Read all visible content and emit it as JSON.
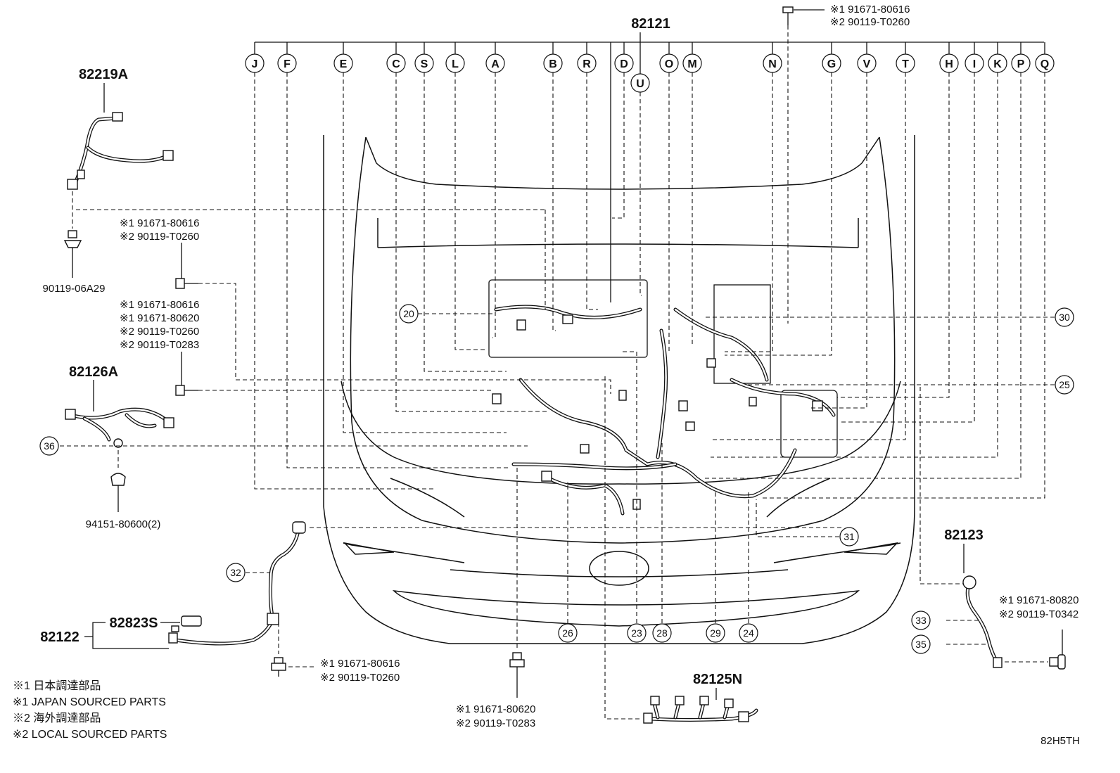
{
  "diagram": {
    "main_part": "82121",
    "top_bolt": {
      "line1": "※1 91671-80616",
      "line2": "※2 90119-T0260"
    },
    "branch_letters": [
      "J",
      "F",
      "E",
      "C",
      "S",
      "L",
      "A",
      "B",
      "R",
      "D",
      "U",
      "O",
      "M",
      "N",
      "G",
      "V",
      "T",
      "H",
      "I",
      "K",
      "P",
      "Q"
    ],
    "ref_circles": [
      "20",
      "30",
      "25",
      "36",
      "31",
      "32",
      "33",
      "35",
      "26",
      "23",
      "28",
      "29",
      "24"
    ],
    "parts": {
      "p82219A": "82219A",
      "p82126A": "82126A",
      "p82122": "82122",
      "p82823S": "82823S",
      "p82123": "82123",
      "p82125N": "82125N",
      "clip_90119_06A29": "90119-06A29",
      "clip_94151": "94151-80600(2)"
    },
    "callouts": {
      "left_upper": {
        "line1": "※1 91671-80616",
        "line2": "※2 90119-T0260"
      },
      "left_mid": {
        "line1": "※1 91671-80616",
        "line2": "※1 91671-80620",
        "line3": "※2 90119-T0260",
        "line4": "※2 90119-T0283"
      },
      "bottom_left": {
        "line1": "※1 91671-80616",
        "line2": "※2 90119-T0260"
      },
      "bottom_center": {
        "line1": "※1 91671-80620",
        "line2": "※2 90119-T0283"
      },
      "right": {
        "line1": "※1 91671-80820",
        "line2": "※2 90119-T0342"
      }
    },
    "legend": [
      "※1 日本調達部品",
      "※1 JAPAN SOURCED PARTS",
      "※2 海外調達部品",
      "※2 LOCAL SOURCED PARTS"
    ],
    "diagram_code": "82H5TH"
  }
}
